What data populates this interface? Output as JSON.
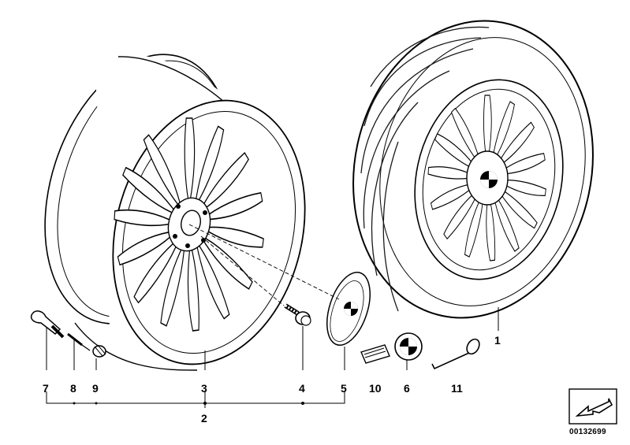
{
  "callouts": {
    "p7": "7",
    "p8": "8",
    "p9": "9",
    "p3": "3",
    "p4": "4",
    "p5": "5",
    "p10": "10",
    "p6": "6",
    "p11": "11",
    "p1": "1",
    "p2": "2"
  },
  "document_number": "00132699",
  "colors": {
    "line": "#000000",
    "background": "#ffffff",
    "tire_dark": "#1a1a1a"
  }
}
